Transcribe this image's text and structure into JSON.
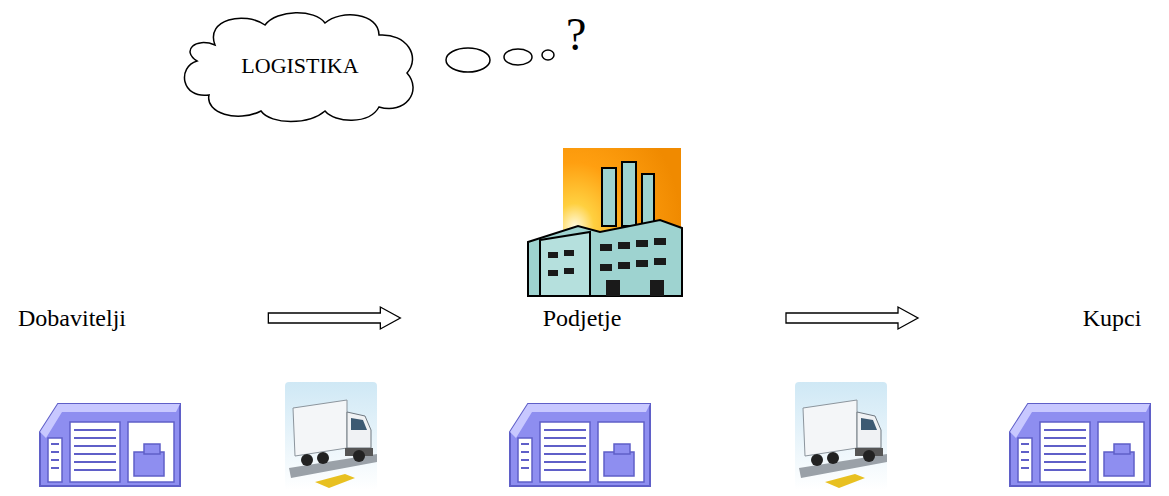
{
  "diagram": {
    "nodes": [
      {
        "text": [
          "LOGISTIKA"
        ]
      },
      {
        "text": [
          "Dobavitelji"
        ]
      },
      {
        "text": [
          "Podjetje"
        ]
      },
      {
        "text": [
          "Kupci"
        ]
      }
    ],
    "edges": [
      {
        "from": 1,
        "to": 2,
        "arrow": "to"
      },
      {
        "from": 2,
        "to": 3,
        "arrow": "to"
      }
    ],
    "labels": [
      "?"
    ]
  }
}
